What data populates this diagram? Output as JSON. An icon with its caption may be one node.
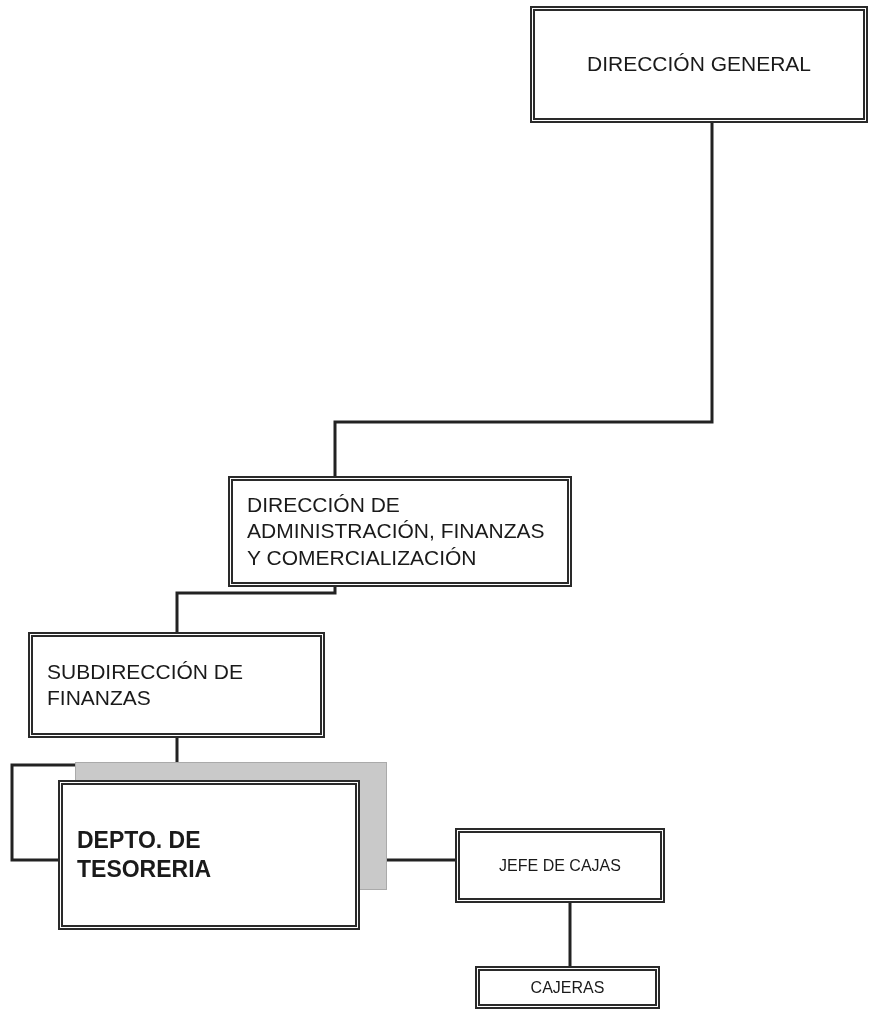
{
  "diagram": {
    "nodes": [
      {
        "text": [
          "DIRECCIÓN GENERAL"
        ]
      },
      {
        "text": [
          "DIRECCIÓN DE ADMINISTRACIÓN, FINANZAS Y COMERCIALIZACIÓN"
        ]
      },
      {
        "text": [
          "SUBDIRECCIÓN DE FINANZAS"
        ]
      },
      {
        "text": [
          "DEPTO. DE TESORERIA"
        ]
      },
      {
        "text": [
          "JEFE DE CAJAS"
        ]
      },
      {
        "text": [
          "CAJERAS"
        ]
      }
    ],
    "edges": [
      {
        "from": 0,
        "to": 1,
        "arrow": "none"
      },
      {
        "from": 1,
        "to": 2,
        "arrow": "none"
      },
      {
        "from": 2,
        "to": 3,
        "arrow": "none"
      },
      {
        "from": 3,
        "to": 4,
        "arrow": "none"
      },
      {
        "from": 4,
        "to": 5,
        "arrow": "none"
      }
    ]
  }
}
